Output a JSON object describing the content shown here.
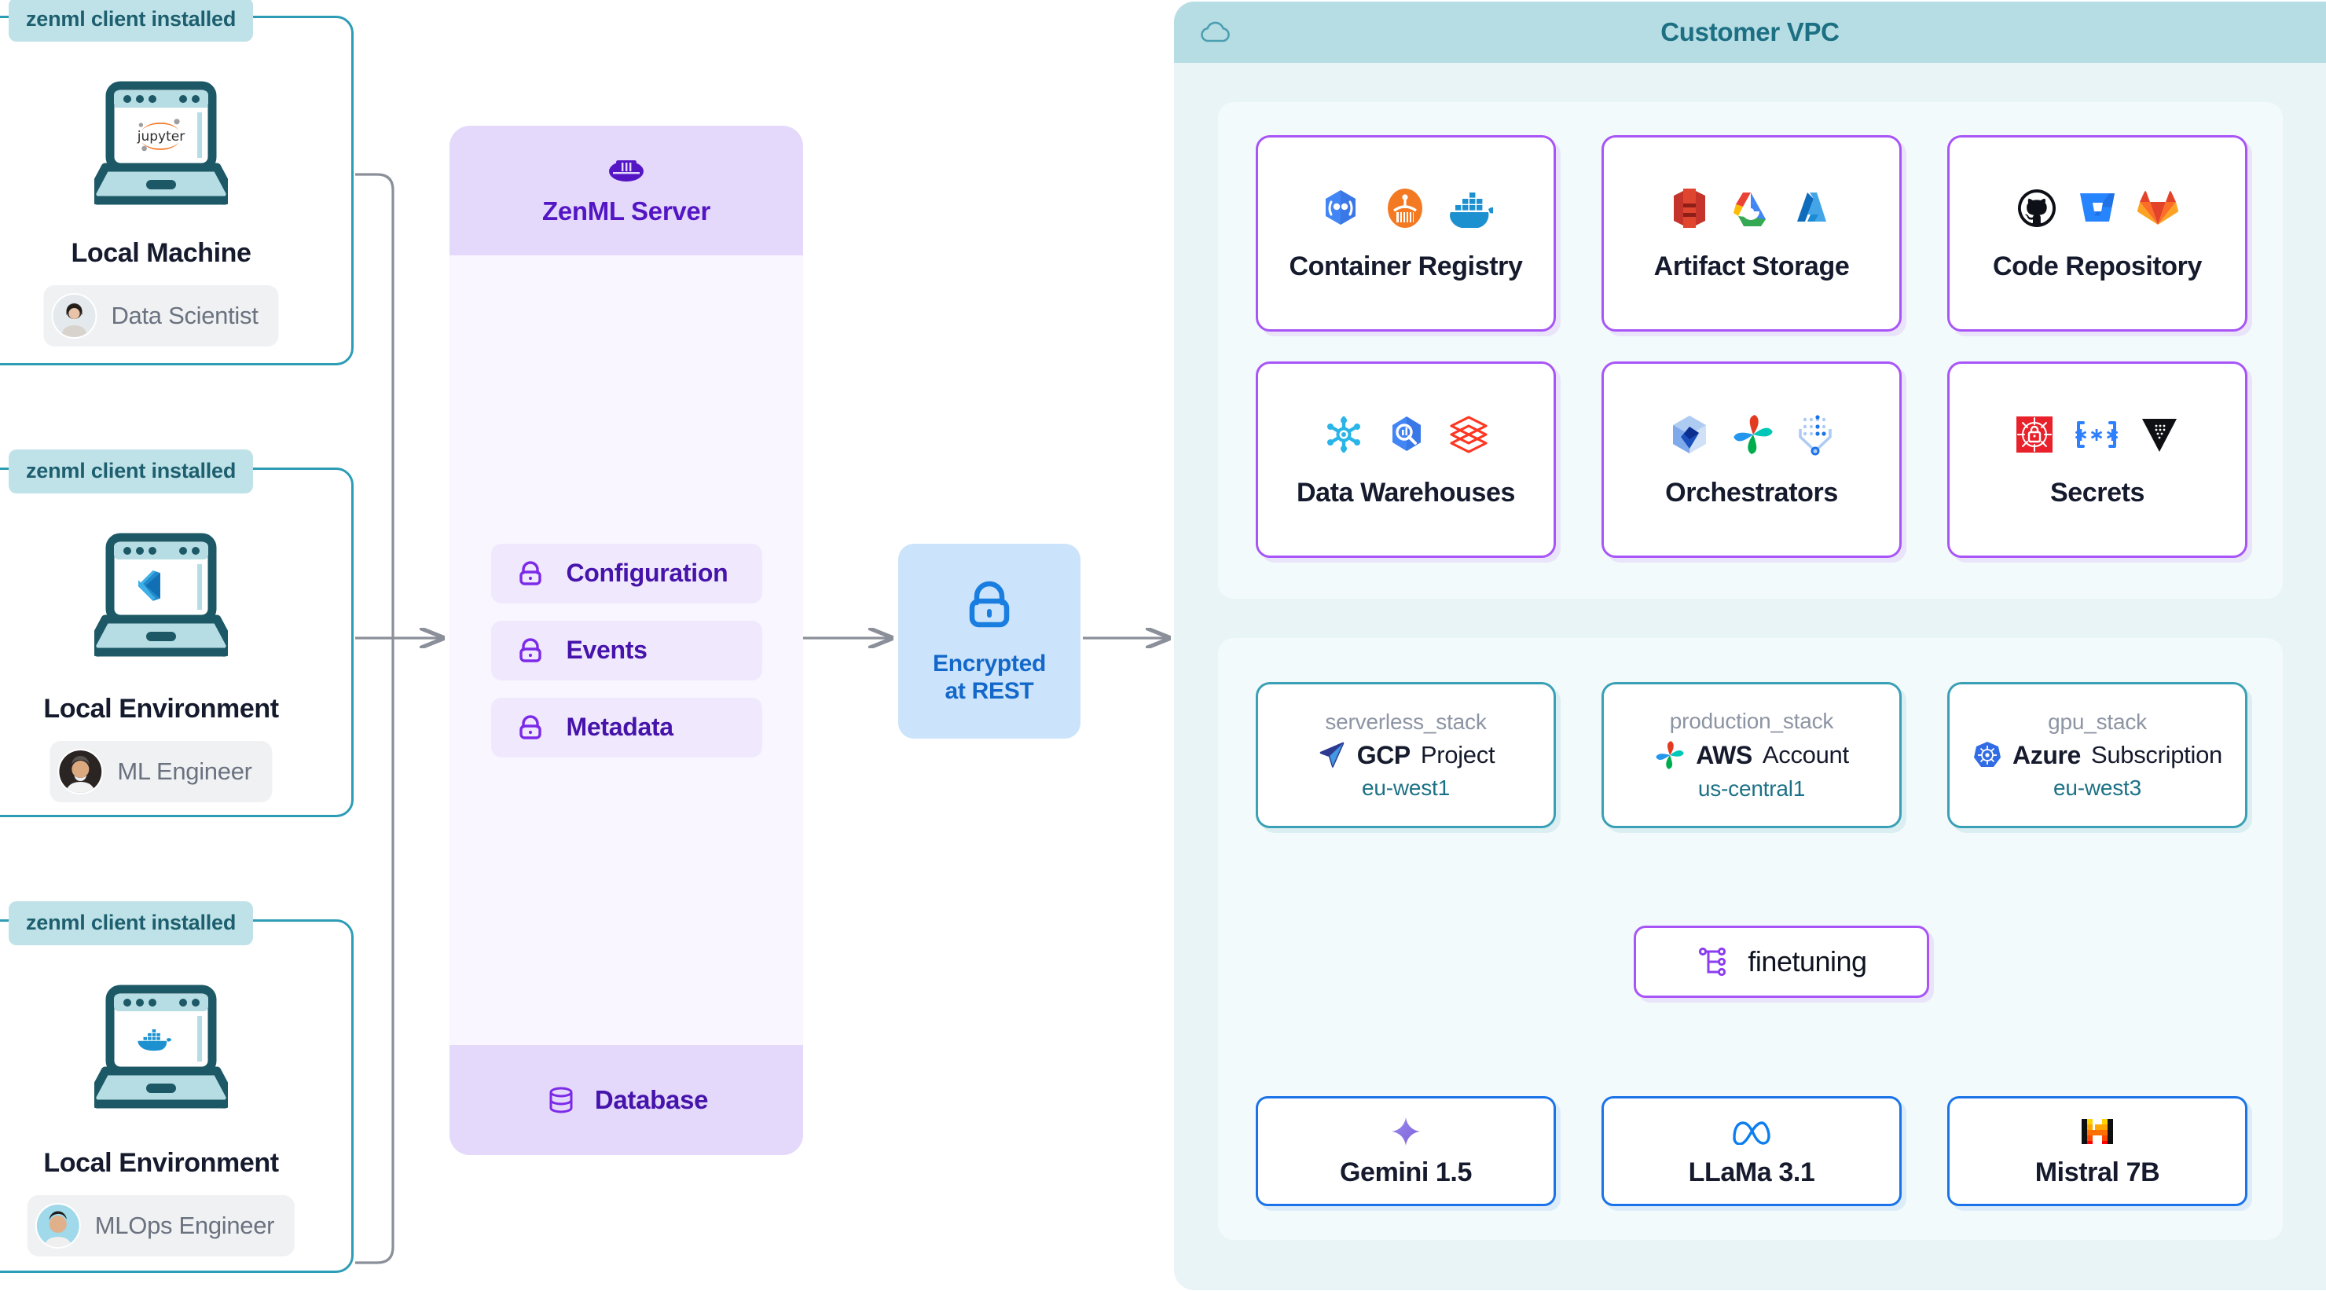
{
  "clients": [
    {
      "badge": "zenml client installed",
      "icon": "jupyter-icon",
      "title": "Local Machine",
      "persona": "Data Scientist",
      "avatar": "avatar-woman-icon"
    },
    {
      "badge": "zenml client installed",
      "icon": "vscode-icon",
      "title": "Local Environment",
      "persona": "ML Engineer",
      "avatar": "avatar-man-icon"
    },
    {
      "badge": "zenml client installed",
      "icon": "docker-icon",
      "title": "Local Environment",
      "persona": "MLOps Engineer",
      "avatar": "avatar-person-icon"
    }
  ],
  "server": {
    "title": "ZenML Server",
    "logo_icon": "zenml-logo-icon",
    "rows": [
      {
        "label": "Configuration",
        "icon": "lock-icon"
      },
      {
        "label": "Events",
        "icon": "lock-icon"
      },
      {
        "label": "Metadata",
        "icon": "lock-icon"
      }
    ],
    "database": {
      "label": "Database",
      "icon": "database-icon"
    }
  },
  "encrypted": {
    "line1": "Encrypted",
    "line2": "at REST",
    "icon": "lock-icon"
  },
  "vpc": {
    "title": "Customer VPC",
    "icon": "cloud-icon",
    "services": [
      {
        "label": "Container Registry",
        "icons": [
          "gcp-container-registry-icon",
          "jfrog-artifactory-icon",
          "docker-icon"
        ]
      },
      {
        "label": "Artifact Storage",
        "icons": [
          "aws-s3-icon",
          "google-cloud-storage-icon",
          "azure-blob-icon"
        ]
      },
      {
        "label": "Code Repository",
        "icons": [
          "github-icon",
          "bitbucket-icon",
          "gitlab-icon"
        ]
      },
      {
        "label": "Data Warehouses",
        "icons": [
          "snowflake-icon",
          "bigquery-icon",
          "databricks-icon"
        ]
      },
      {
        "label": "Orchestrators",
        "icons": [
          "kubeflow-icon",
          "airflow-icon",
          "vertex-ai-icon"
        ]
      },
      {
        "label": "Secrets",
        "icons": [
          "aws-secrets-manager-icon",
          "gcp-secret-manager-icon",
          "hashicorp-vault-icon"
        ]
      }
    ],
    "stacks": [
      {
        "name": "serverless_stack",
        "provider": "GCP",
        "kind": "Project",
        "region": "eu-west1",
        "icon": "gcp-vertex-icon"
      },
      {
        "name": "production_stack",
        "provider": "AWS",
        "kind": "Account",
        "region": "us-central1",
        "icon": "aws-pinwheel-icon"
      },
      {
        "name": "gpu_stack",
        "provider": "Azure",
        "kind": "Subscription",
        "region": "eu-west3",
        "icon": "azure-kubernetes-icon"
      }
    ],
    "pipeline": {
      "label": "finetuning",
      "icon": "pipeline-icon"
    },
    "models": [
      {
        "label": "Gemini 1.5",
        "icon": "gemini-icon"
      },
      {
        "label": "LLaMa 3.1",
        "icon": "meta-icon"
      },
      {
        "label": "Mistral 7B",
        "icon": "mistral-icon"
      }
    ]
  },
  "colors": {
    "teal_border": "#2d9cb5",
    "badge_bg": "#bfe2e8",
    "purple_panel": "#e4d9fb",
    "purple_accent": "#5416c4",
    "purple_card_border": "#a855f7",
    "encrypted_bg": "#cbe4fb",
    "encrypted_text": "#1368c9",
    "vpc_bg": "#e9f4f7",
    "vpc_head": "#b6dde3",
    "vpc_title": "#1d6f83",
    "stack_border": "#3aa0b5",
    "model_border": "#1a73e8",
    "connector": "#8a8f99"
  }
}
